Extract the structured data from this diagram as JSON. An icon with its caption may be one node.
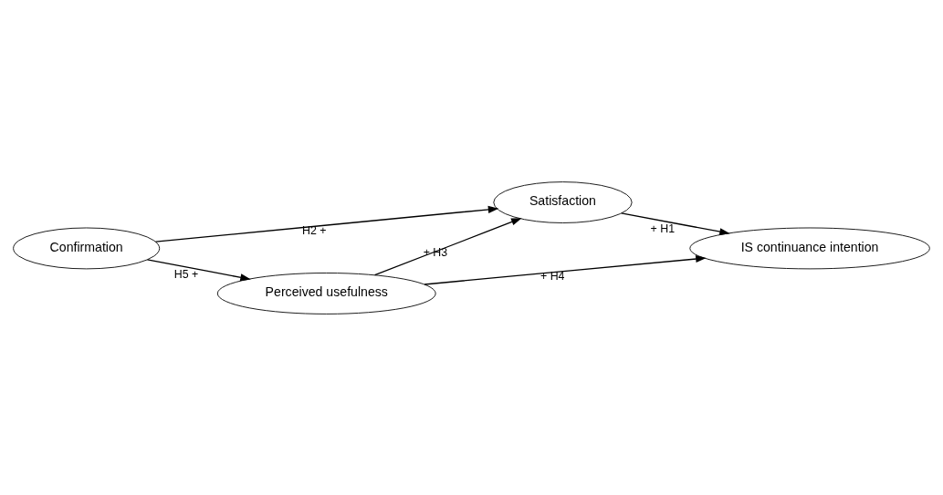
{
  "diagram": {
    "nodes": [
      {
        "text": [
          "Perceived usefulness"
        ]
      },
      {
        "text": [
          "Satisfaction"
        ]
      },
      {
        "text": [
          "IS continuance intention"
        ]
      },
      {
        "text": [
          "Confirmation"
        ]
      }
    ],
    "edges": [
      {
        "from": 0,
        "to": 2,
        "arrow": "to",
        "label": "+ H4"
      },
      {
        "from": 0,
        "to": 1,
        "arrow": "to",
        "label": "+ H3"
      },
      {
        "from": 1,
        "to": 2,
        "arrow": "to",
        "label": "+ H1"
      },
      {
        "from": 3,
        "to": 0,
        "arrow": "to",
        "label": "H5 +"
      },
      {
        "from": 3,
        "to": 1,
        "arrow": "to",
        "label": "H2 +"
      }
    ]
  }
}
